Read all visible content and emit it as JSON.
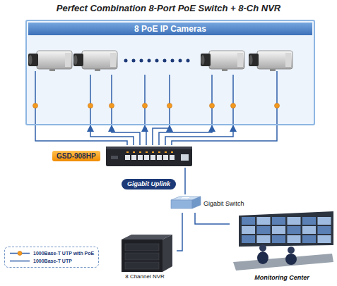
{
  "diagram": {
    "title": "Perfect Combination 8-Port PoE Switch + 8-Ch NVR",
    "nodes": [
      {
        "text": [
          "8 PoE IP Cameras"
        ]
      },
      {
        "text": [
          "GSD-908HP"
        ]
      },
      {
        "text": [
          "Gigabit Uplink"
        ]
      },
      {
        "text": [
          "Gigabit Switch"
        ]
      },
      {
        "text": [
          "8 Channel NVR"
        ]
      },
      {
        "text": [
          "Monitoring Center"
        ]
      }
    ],
    "edges": [
      {
        "from": 1,
        "to": 0,
        "arrow": "none"
      },
      {
        "from": 1,
        "to": 0,
        "arrow": "to"
      },
      {
        "from": 1,
        "to": 0,
        "arrow": "to"
      },
      {
        "from": 1,
        "to": 0,
        "arrow": "to"
      },
      {
        "from": 1,
        "to": 0,
        "arrow": "to"
      },
      {
        "from": 1,
        "to": 0,
        "arrow": "to"
      },
      {
        "from": 1,
        "to": 0,
        "arrow": "to"
      },
      {
        "from": 1,
        "to": 0,
        "arrow": "none"
      },
      {
        "from": 1,
        "to": 3,
        "arrow": "none"
      },
      {
        "from": 3,
        "to": 4,
        "arrow": "none"
      },
      {
        "from": 3,
        "to": 5,
        "arrow": "none"
      }
    ],
    "legend": [
      {
        "text": "1000Base-T UTP with PoE"
      },
      {
        "text": "1000Base-T UTP"
      }
    ]
  }
}
